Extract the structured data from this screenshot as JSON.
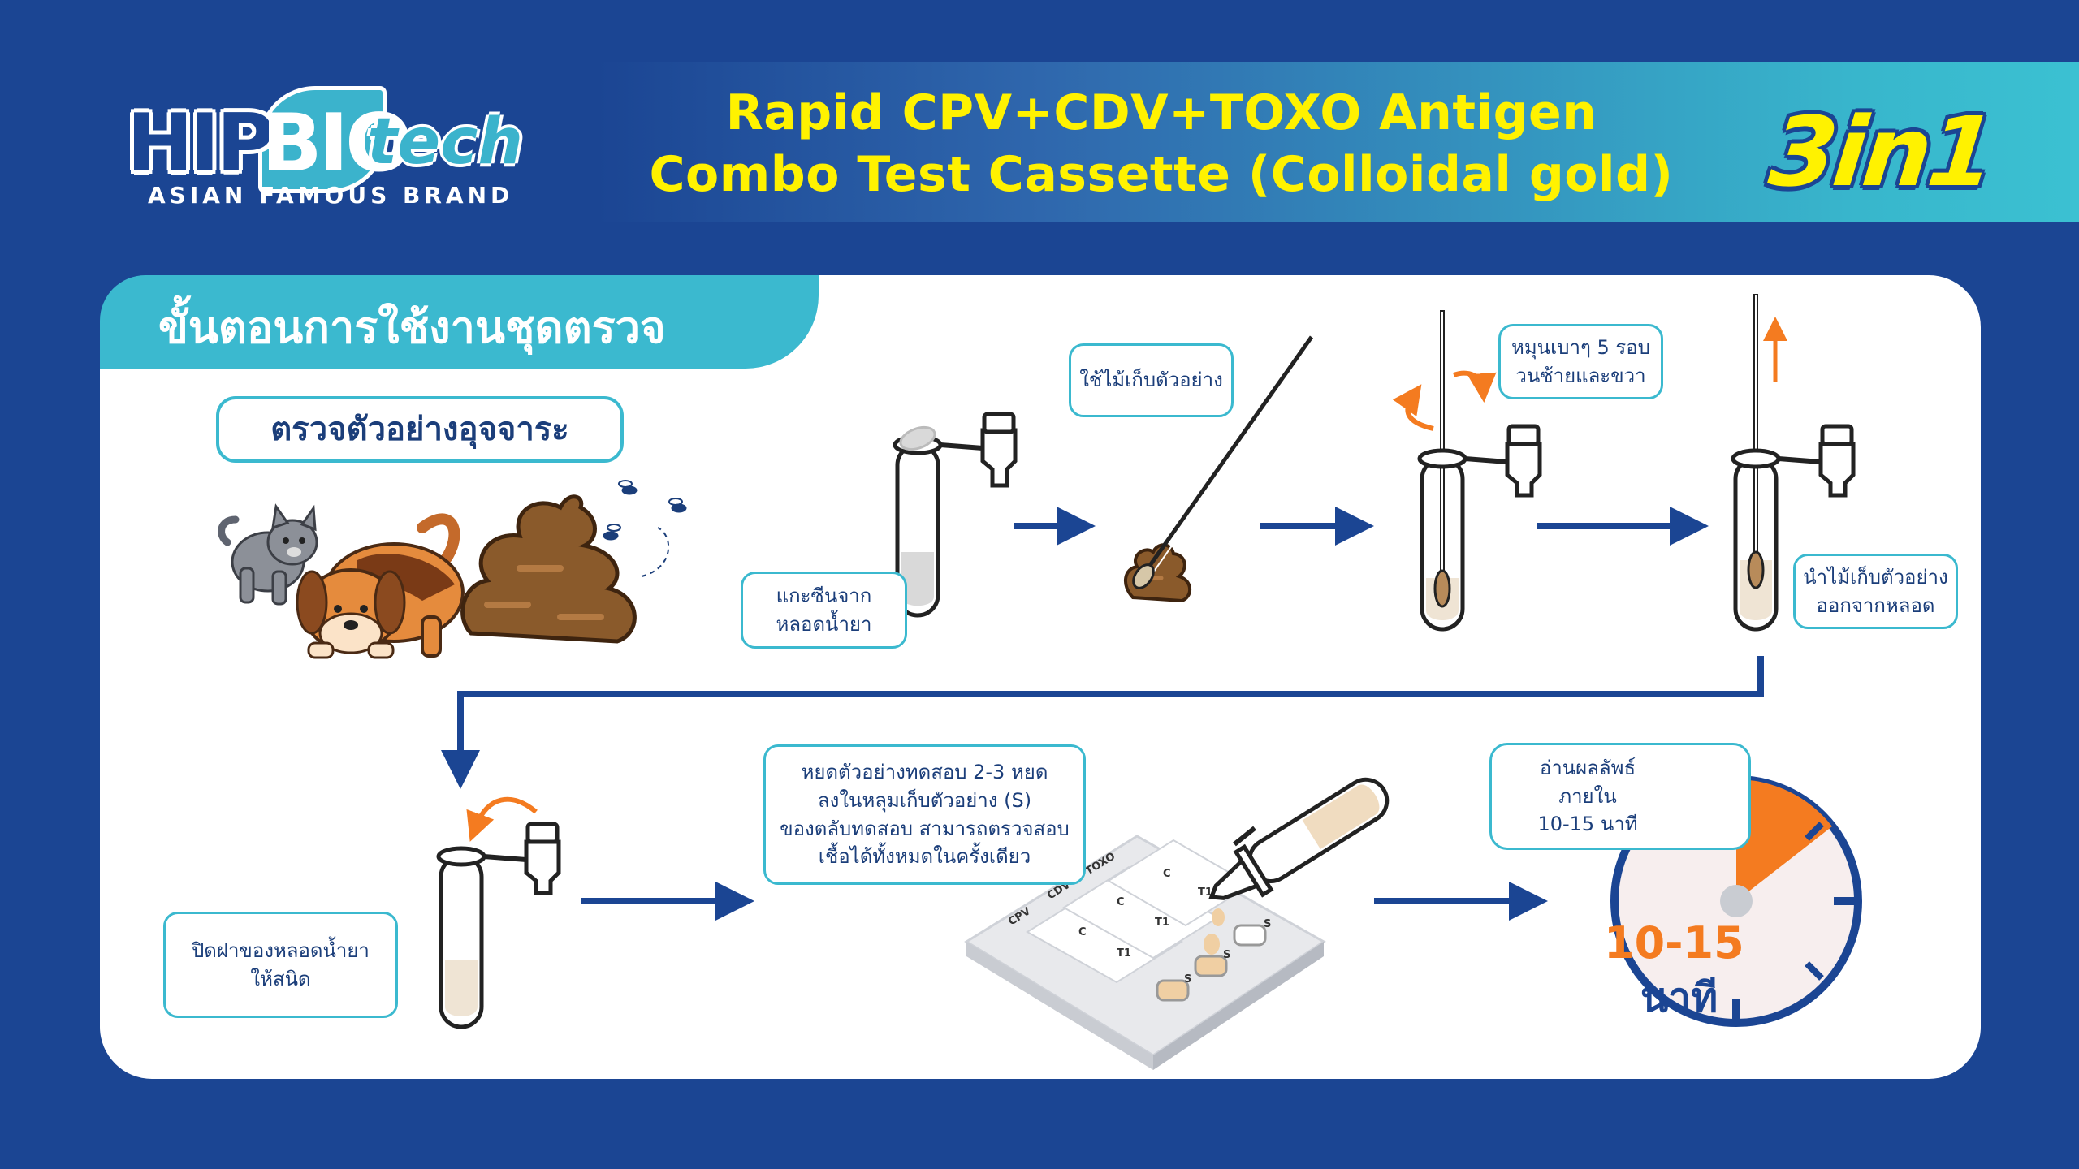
{
  "brand": {
    "logo_hip": "HIP",
    "logo_bio": "BIO",
    "logo_tech": "tech",
    "tagline": "ASIAN FAMOUS BRAND"
  },
  "header": {
    "title_line1": "Rapid CPV+CDV+TOXO Antigen",
    "title_line2": "Combo Test Cassette (Colloidal gold)",
    "badge": "3in1"
  },
  "section": {
    "title": "ขั้นตอนการใช้งานชุดตรวจ",
    "sample_type": "ตรวจตัวอย่างอุจจาระ"
  },
  "steps": {
    "s1": [
      "แกะซีนจาก",
      "หลอดน้ำยา"
    ],
    "s2": [
      "ใช้ไม้เก็บตัวอย่าง"
    ],
    "s3": [
      "หมุนเบาๆ 5 รอบ",
      "วนซ้ายและขวา"
    ],
    "s4": [
      "นำไม้เก็บตัวอย่าง",
      "ออกจากหลอด"
    ],
    "s5": [
      "ปิดฝาของหลอดน้ำยา",
      "ให้สนิด"
    ],
    "s6": [
      "หยดตัวอย่างทดสอบ 2-3 หยด",
      "ลงในหลุมเก็บตัวอย่าง (S)",
      "ของตลับทดสอบ สามารถตรวจสอบ",
      "เชื้อได้ทั้งหมดในครั้งเดียว"
    ],
    "s7": [
      "อ่านผลลัพธ์",
      "ภายใน",
      "10-15 นาที"
    ]
  },
  "cassette": {
    "strips": [
      "CPV",
      "CDV",
      "TOXO"
    ],
    "line_c": "C",
    "line_t": "T1",
    "well": "S"
  },
  "timer": {
    "range": "10-15",
    "unit": "นาที"
  },
  "colors": {
    "navy": "#1b4593",
    "teal": "#3bb9cf",
    "yellow": "#fff200",
    "orange": "#f47b20",
    "poop": "#8a5a2b"
  }
}
